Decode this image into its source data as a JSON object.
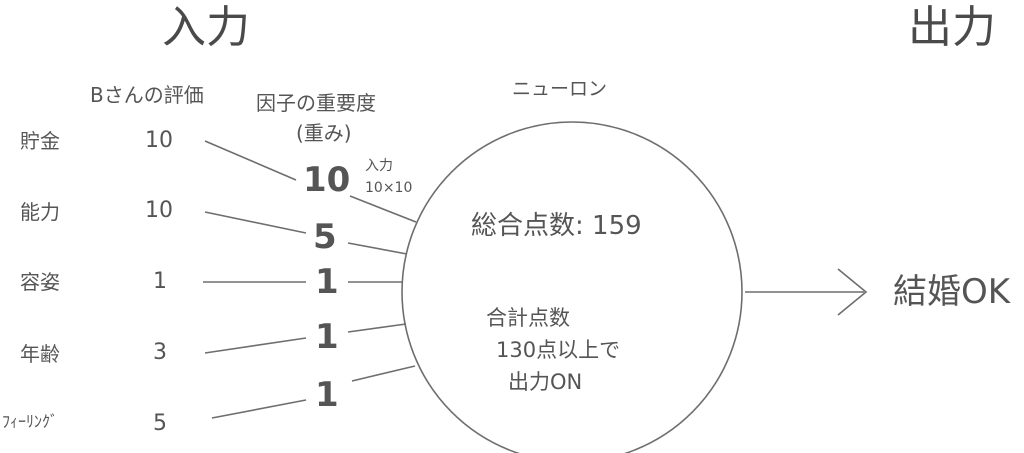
{
  "titles": {
    "input": "入力",
    "output": "出力"
  },
  "headers": {
    "evaluation": "Bさんの評価",
    "weight_line1": "因子の重要度",
    "weight_line2": "(重み)",
    "neuron": "ニューロン"
  },
  "factors": [
    {
      "label": "貯金",
      "score": "10",
      "weight": "10"
    },
    {
      "label": "能力",
      "score": "10",
      "weight": "5"
    },
    {
      "label": "容姿",
      "score": "1",
      "weight": "1"
    },
    {
      "label": "年齢",
      "score": "3",
      "weight": "1"
    },
    {
      "label": "ﾌｨｰﾘﾝｸﾞ",
      "score": "5",
      "weight": "1"
    }
  ],
  "annotation": {
    "line1": "入力",
    "line2": "10×10"
  },
  "neuron": {
    "total": "総合点数: 159",
    "rule_line1": "合計点数",
    "rule_line2": "130点以上で",
    "rule_line3": "出力ON"
  },
  "result": "結婚OK"
}
